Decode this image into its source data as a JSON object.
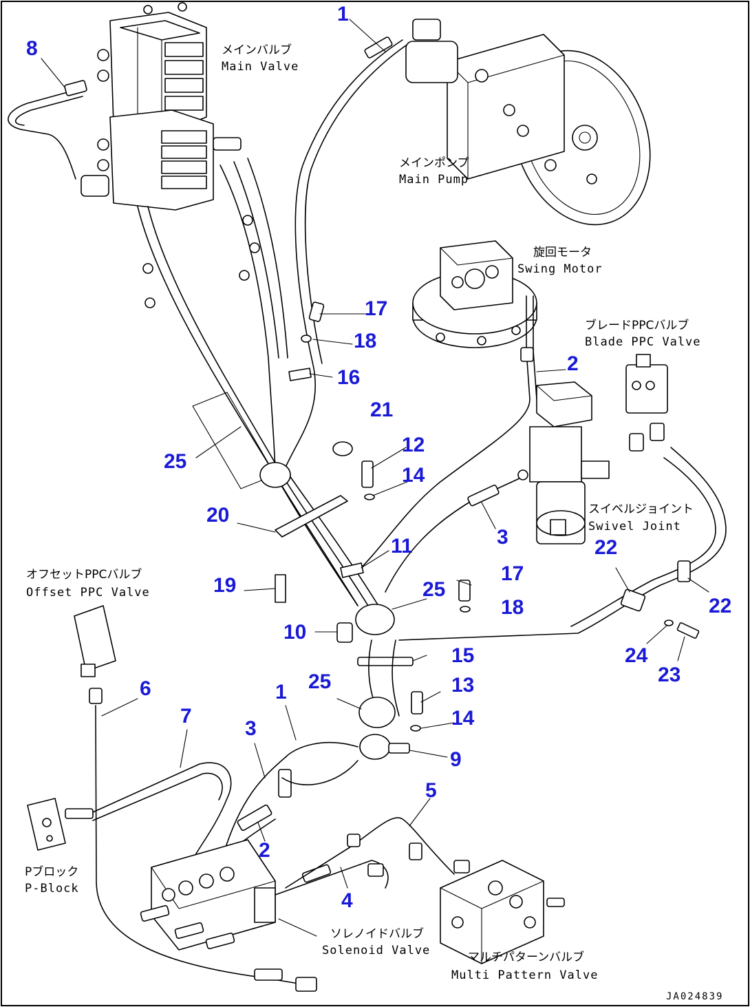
{
  "drawing_code": "JA024839",
  "components": {
    "main_valve": {
      "jp": "メインバルブ",
      "en": "Main Valve"
    },
    "main_pump": {
      "jp": "メインポンプ",
      "en": "Main Pump"
    },
    "swing_motor": {
      "jp": "旋回モータ",
      "en": "Swing Motor"
    },
    "blade_ppc_valve": {
      "jp": "ブレードPPCバルブ",
      "en": "Blade PPC Valve"
    },
    "swivel_joint": {
      "jp": "スイベルジョイント",
      "en": "Swivel Joint"
    },
    "offset_ppc_valve": {
      "jp": "オフセットPPCバルブ",
      "en": "Offset PPC Valve"
    },
    "p_block": {
      "jp": "Pブロック",
      "en": "P-Block"
    },
    "solenoid_valve": {
      "jp": "ソレノイドバルブ",
      "en": "Solenoid Valve"
    },
    "multi_pattern_valve": {
      "jp": "マルチパターンバルブ",
      "en": "Multi Pattern Valve"
    }
  },
  "callouts": {
    "c1a": "1",
    "c1b": "1",
    "c2a": "2",
    "c2b": "2",
    "c3a": "3",
    "c3b": "3",
    "c4": "4",
    "c5": "5",
    "c6": "6",
    "c7": "7",
    "c8": "8",
    "c9": "9",
    "c10": "10",
    "c11": "11",
    "c12": "12",
    "c13": "13",
    "c14a": "14",
    "c14b": "14",
    "c15": "15",
    "c16": "16",
    "c17a": "17",
    "c17b": "17",
    "c18a": "18",
    "c18b": "18",
    "c19": "19",
    "c20": "20",
    "c21": "21",
    "c22a": "22",
    "c22b": "22",
    "c23": "23",
    "c24": "24",
    "c25a": "25",
    "c25b": "25",
    "c25c": "25"
  }
}
